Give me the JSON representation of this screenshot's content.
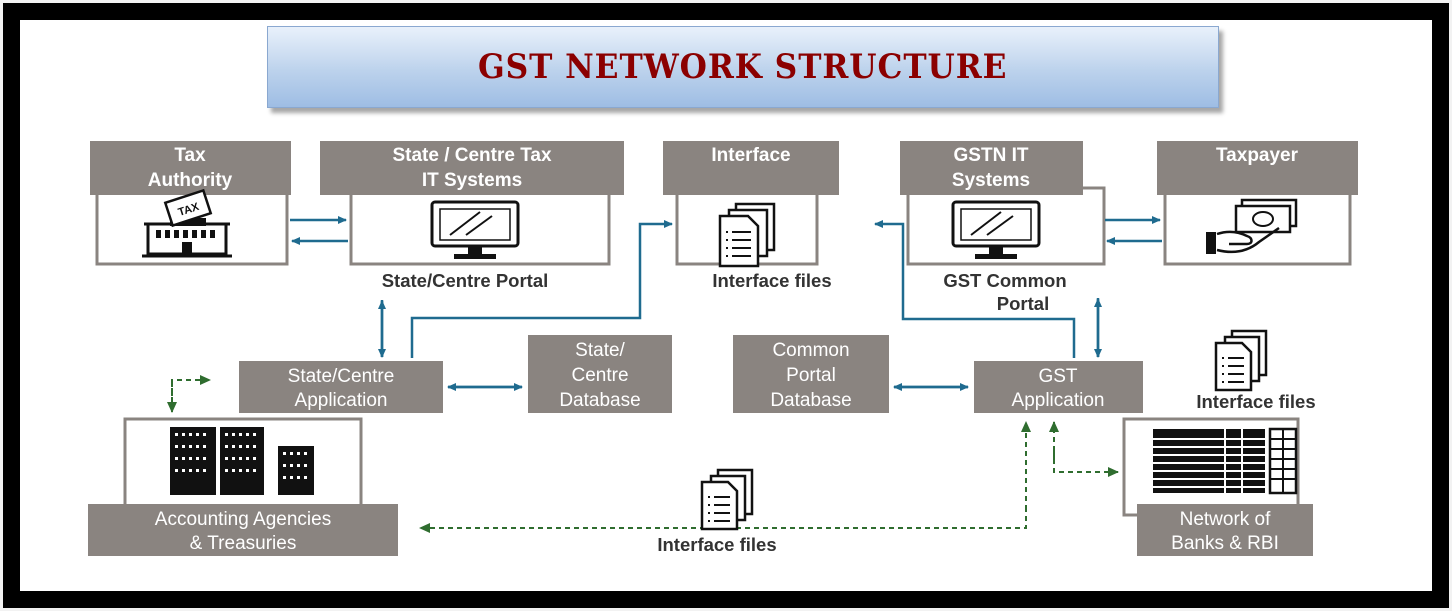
{
  "title": "GST NETWORK STRUCTURE",
  "colors": {
    "title_text": "#8b0000",
    "box_fill": "#8a8480",
    "arrow_blue": "#1f6b8f",
    "arrow_green": "#2f6d2f",
    "frame": "#000000"
  },
  "top_nodes": {
    "tax_authority": {
      "line1": "Tax",
      "line2": "Authority",
      "icon": "tax-ballot-building-icon"
    },
    "state_centre_tax_it": {
      "line1": "State / Centre Tax",
      "line2": "IT Systems",
      "icon": "monitor-icon",
      "caption": "State/Centre Portal"
    },
    "interface": {
      "line1": "Interface",
      "icon": "documents-icon",
      "caption": "Interface files"
    },
    "gstn_it": {
      "line1": "GSTN IT",
      "line2": "Systems",
      "icon": "monitor-icon",
      "caption_line1": "GST Common",
      "caption_line2": "Portal"
    },
    "taxpayer": {
      "line1": "Taxpayer",
      "icon": "hand-cash-icon"
    }
  },
  "middle_nodes": {
    "state_centre_application": {
      "line1": "State/Centre",
      "line2": "Application"
    },
    "state_centre_database": {
      "line1": "State/",
      "line2": "Centre",
      "line3": "Database"
    },
    "common_portal_database": {
      "line1": "Common",
      "line2": "Portal",
      "line3": "Database"
    },
    "gst_application": {
      "line1": "GST",
      "line2": "Application"
    }
  },
  "bottom_nodes": {
    "accounting_agencies": {
      "line1": "Accounting Agencies",
      "line2": "& Treasuries",
      "icon": "office-buildings-icon"
    },
    "banks_rbi": {
      "line1": "Network of",
      "line2": "Banks & RBI",
      "icon": "bank-ledger-icon"
    }
  },
  "floating_labels": {
    "interface_files_right": "Interface files",
    "interface_files_bottom": "Interface files"
  }
}
